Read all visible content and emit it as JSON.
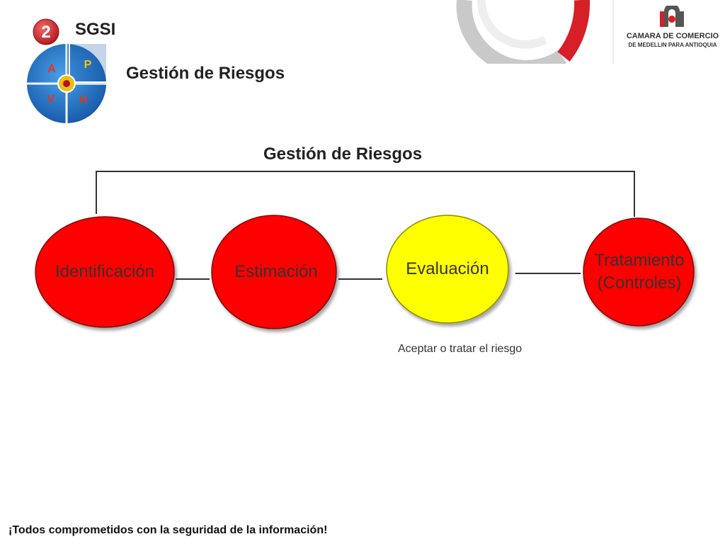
{
  "header": {
    "step_number": "2",
    "section_label": "SGSI",
    "slide_title": "Gestión de Riesgos",
    "pdca": {
      "p": "P",
      "h": "H",
      "v": "V",
      "a": "A"
    }
  },
  "brand": {
    "line1": "CAMARA DE COMERCIO",
    "line2": "DE MEDELLIN PARA ANTIOQUIA"
  },
  "diagram": {
    "title": "Gestión de Riesgos",
    "nodes": [
      {
        "label": "Identificación",
        "color": "#ff0000"
      },
      {
        "label": "Estimación",
        "color": "#ff0000"
      },
      {
        "label": "Evaluación",
        "color": "#ffff00"
      },
      {
        "label": "Tratamiento\n(Controles)",
        "color": "#ff0000"
      }
    ],
    "evaluation_note": "Aceptar o tratar el riesgo"
  },
  "footer": {
    "text": "¡Todos comprometidos con la seguridad de la información!"
  },
  "colors": {
    "red": "#ff0000",
    "yellow": "#ffff00",
    "brand_red": "#d61f26",
    "wheel_blue": "#1f73c7"
  }
}
